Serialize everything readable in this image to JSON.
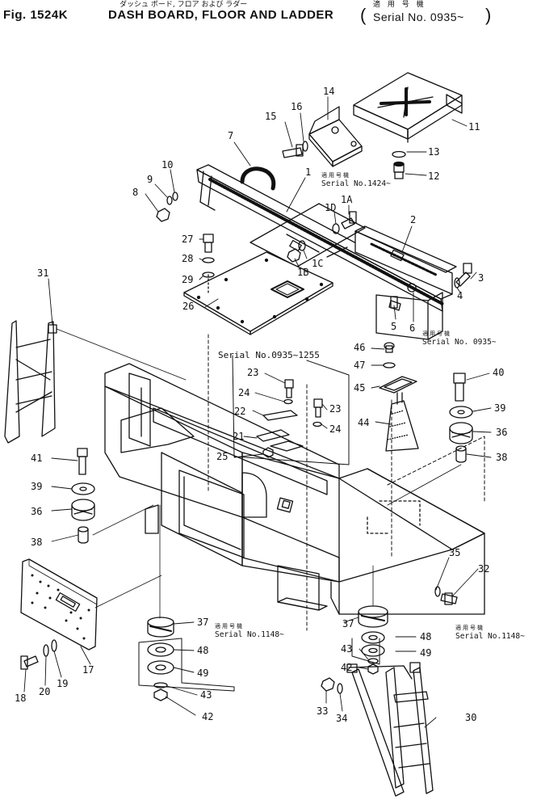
{
  "header": {
    "fig_no": "Fig. 1524K",
    "title": "DASH BOARD, FLOOR AND LADDER",
    "title_jp": "ダッシュ ボード, フロア および ラダー",
    "serial_jp": "適 用 号 機",
    "serial": "Serial No. 0935~"
  },
  "serial_notes": [
    {
      "id": "s1424",
      "jp": "適用号機",
      "text": "Serial No.1424~"
    },
    {
      "id": "s0935",
      "jp": "適用号機",
      "text": "Serial No. 0935~"
    },
    {
      "id": "s0935r",
      "jp": "",
      "text": "Serial No.0935~1255"
    },
    {
      "id": "s1148l",
      "jp": "適用号機",
      "text": "Serial No.1148~"
    },
    {
      "id": "s1148r",
      "jp": "適用号機",
      "text": "Serial No.1148~"
    }
  ],
  "labels": [
    {
      "id": "l14",
      "text": "14"
    },
    {
      "id": "l11",
      "text": "11"
    },
    {
      "id": "l15",
      "text": "15"
    },
    {
      "id": "l16",
      "text": "16"
    },
    {
      "id": "l7",
      "text": "7"
    },
    {
      "id": "l13",
      "text": "13"
    },
    {
      "id": "l12",
      "text": "12"
    },
    {
      "id": "l10",
      "text": "10"
    },
    {
      "id": "l9",
      "text": "9"
    },
    {
      "id": "l8",
      "text": "8"
    },
    {
      "id": "l1",
      "text": "1"
    },
    {
      "id": "l1A",
      "text": "1A"
    },
    {
      "id": "l1D",
      "text": "1D"
    },
    {
      "id": "l2",
      "text": "2"
    },
    {
      "id": "l27",
      "text": "27"
    },
    {
      "id": "l28",
      "text": "28"
    },
    {
      "id": "l29",
      "text": "29"
    },
    {
      "id": "l1C",
      "text": "1C"
    },
    {
      "id": "l1B",
      "text": "1B"
    },
    {
      "id": "l3",
      "text": "3"
    },
    {
      "id": "l31",
      "text": "31"
    },
    {
      "id": "l26",
      "text": "26"
    },
    {
      "id": "l4",
      "text": "4"
    },
    {
      "id": "l5",
      "text": "5"
    },
    {
      "id": "l6",
      "text": "6"
    },
    {
      "id": "l46",
      "text": "46"
    },
    {
      "id": "l47",
      "text": "47"
    },
    {
      "id": "l23a",
      "text": "23"
    },
    {
      "id": "l24a",
      "text": "24"
    },
    {
      "id": "l45",
      "text": "45"
    },
    {
      "id": "l40",
      "text": "40"
    },
    {
      "id": "l22",
      "text": "22"
    },
    {
      "id": "l23b",
      "text": "23"
    },
    {
      "id": "l39a",
      "text": "39"
    },
    {
      "id": "l24b",
      "text": "24"
    },
    {
      "id": "l44",
      "text": "44"
    },
    {
      "id": "l36a",
      "text": "36"
    },
    {
      "id": "l21",
      "text": "21"
    },
    {
      "id": "l41",
      "text": "41"
    },
    {
      "id": "l25",
      "text": "25"
    },
    {
      "id": "l38a",
      "text": "38"
    },
    {
      "id": "l39b",
      "text": "39"
    },
    {
      "id": "l36b",
      "text": "36"
    },
    {
      "id": "l38b",
      "text": "38"
    },
    {
      "id": "l35",
      "text": "35"
    },
    {
      "id": "l32",
      "text": "32"
    },
    {
      "id": "l37a",
      "text": "37"
    },
    {
      "id": "l37b",
      "text": "37"
    },
    {
      "id": "l48a",
      "text": "48"
    },
    {
      "id": "l48b",
      "text": "48"
    },
    {
      "id": "l49a",
      "text": "49"
    },
    {
      "id": "l49b",
      "text": "49"
    },
    {
      "id": "l43a",
      "text": "43"
    },
    {
      "id": "l43b",
      "text": "43"
    },
    {
      "id": "l42a",
      "text": "42"
    },
    {
      "id": "l42b",
      "text": "42"
    },
    {
      "id": "l17",
      "text": "17"
    },
    {
      "id": "l18",
      "text": "18"
    },
    {
      "id": "l20",
      "text": "20"
    },
    {
      "id": "l19",
      "text": "19"
    },
    {
      "id": "l33",
      "text": "33"
    },
    {
      "id": "l34",
      "text": "34"
    },
    {
      "id": "l30",
      "text": "30"
    }
  ]
}
